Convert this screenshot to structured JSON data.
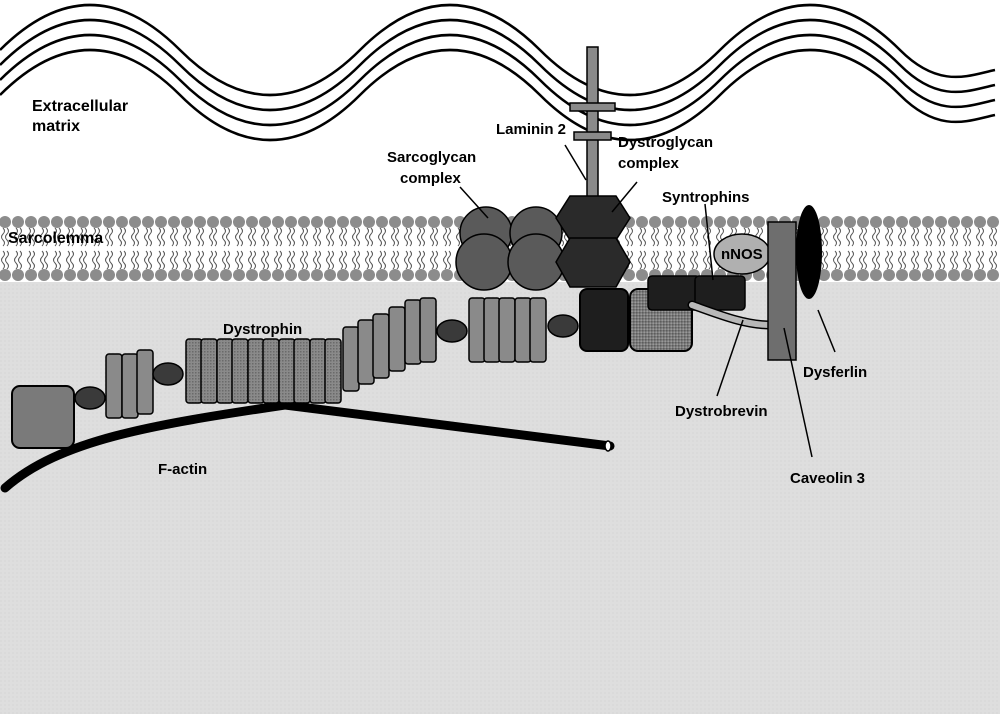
{
  "labels": {
    "extracellular_line1": "Extracellular",
    "extracellular_line2": "matrix",
    "sarcolemma": "Sarcolemma",
    "laminin": "Laminin 2",
    "dystroglycan_line1": "Dystroglycan",
    "dystroglycan_line2": "complex",
    "sarcoglycan_line1": "Sarcoglycan",
    "sarcoglycan_line2": "complex",
    "syntrophins": "Syntrophins",
    "nnos": "nNOS",
    "dystrophin": "Dystrophin",
    "f_actin": "F-actin",
    "dystrobrevin": "Dystrobrevin",
    "dysferlin": "Dysferlin",
    "caveolin": "Caveolin 3"
  },
  "colors": {
    "cytoplasm": "#dcdcdc",
    "lipid_head": "#8c8c8c",
    "dark_protein": "#1e1e1e",
    "mid_protein": "#5a5a5a",
    "light_protein": "#8a8a8a",
    "black": "#000000"
  }
}
